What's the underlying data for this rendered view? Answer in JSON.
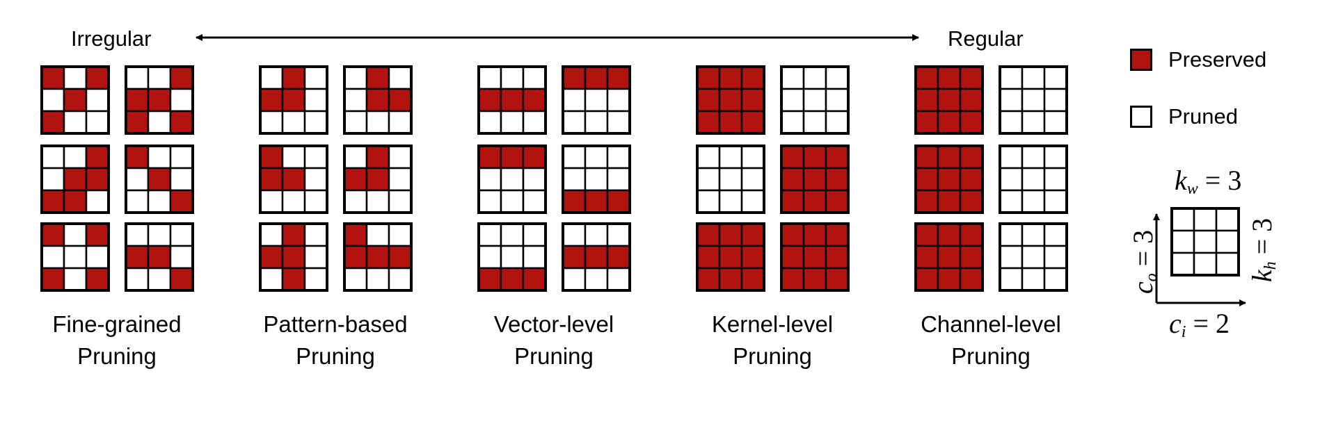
{
  "scale": {
    "left_label": "Irregular",
    "right_label": "Regular"
  },
  "colors": {
    "preserved": "#b3130f",
    "pruned": "#ffffff",
    "border": "#000000"
  },
  "legend": {
    "preserved_label": "Preserved",
    "pruned_label": "Pruned"
  },
  "axes_example": {
    "kw_label": "k",
    "kw_sub": "w",
    "kw_value": "= 3",
    "co_label": "c",
    "co_sub": "o",
    "co_value": "= 3",
    "ci_label": "c",
    "ci_sub": "i",
    "ci_value": "= 2",
    "kh_label": "k",
    "kh_sub": "h",
    "kh_value": "= 3"
  },
  "columns": [
    {
      "line1": "Fine-grained",
      "line2": "Pruning",
      "grids": [
        [
          "101",
          "010",
          "100"
        ],
        [
          "001",
          "110",
          "101"
        ],
        [
          "001",
          "011",
          "110"
        ],
        [
          "100",
          "010",
          "001"
        ],
        [
          "101",
          "000",
          "101"
        ],
        [
          "000",
          "110",
          "001"
        ]
      ]
    },
    {
      "line1": "Pattern-based",
      "line2": "Pruning",
      "grids": [
        [
          "010",
          "110",
          "000"
        ],
        [
          "010",
          "011",
          "000"
        ],
        [
          "100",
          "110",
          "000"
        ],
        [
          "010",
          "110",
          "000"
        ],
        [
          "010",
          "110",
          "010"
        ],
        [
          "100",
          "111",
          "000"
        ]
      ]
    },
    {
      "line1": "Vector-level",
      "line2": "Pruning",
      "grids": [
        [
          "000",
          "111",
          "000"
        ],
        [
          "111",
          "000",
          "000"
        ],
        [
          "111",
          "000",
          "000"
        ],
        [
          "000",
          "000",
          "111"
        ],
        [
          "000",
          "000",
          "111"
        ],
        [
          "000",
          "111",
          "000"
        ]
      ]
    },
    {
      "line1": "Kernel-level",
      "line2": "Pruning",
      "grids": [
        [
          "111",
          "111",
          "111"
        ],
        [
          "000",
          "000",
          "000"
        ],
        [
          "000",
          "000",
          "000"
        ],
        [
          "111",
          "111",
          "111"
        ],
        [
          "111",
          "111",
          "111"
        ],
        [
          "111",
          "111",
          "111"
        ]
      ]
    },
    {
      "line1": "Channel-level",
      "line2": "Pruning",
      "grids": [
        [
          "111",
          "111",
          "111"
        ],
        [
          "000",
          "000",
          "000"
        ],
        [
          "111",
          "111",
          "111"
        ],
        [
          "000",
          "000",
          "000"
        ],
        [
          "111",
          "111",
          "111"
        ],
        [
          "000",
          "000",
          "000"
        ]
      ]
    }
  ]
}
